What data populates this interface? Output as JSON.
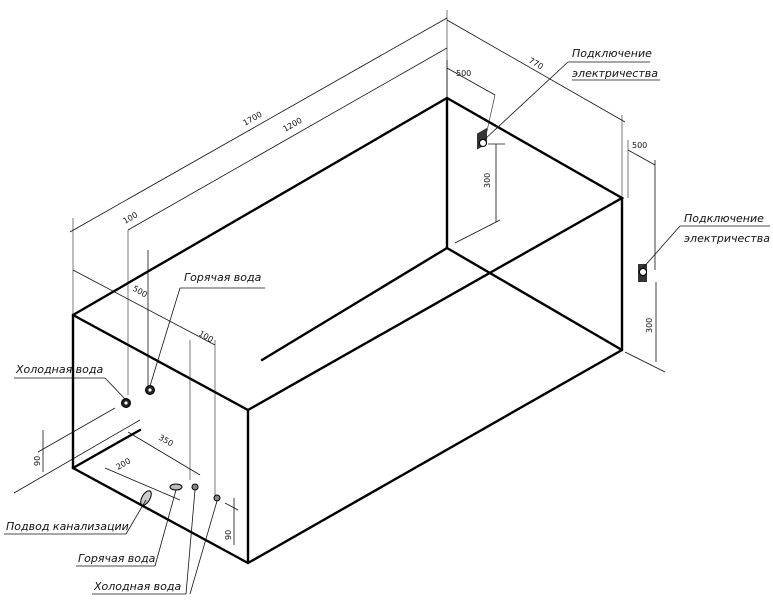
{
  "labels": {
    "elec_top": [
      "Подключение",
      "электричества"
    ],
    "elec_right": [
      "Подключение",
      "электричества"
    ],
    "hot_water_top": "Горячая вода",
    "cold_water_left": "Холодная вода",
    "drain": "Подвод канализации",
    "hot_water_bottom": "Горячая вода",
    "cold_water_bottom": "Холодная вода"
  },
  "dimensions": {
    "length_total": "1700",
    "length_inner": "1200",
    "width": "770",
    "elec_top_offset": "500",
    "elec_top_height": "300",
    "elec_right_offset": "500",
    "elec_right_height": "300",
    "water_offset": "100",
    "water_depth": "500",
    "hot_offset": "100",
    "drain_350": "350",
    "drain_200": "200",
    "cold_height": "90",
    "floor_height": "90"
  }
}
